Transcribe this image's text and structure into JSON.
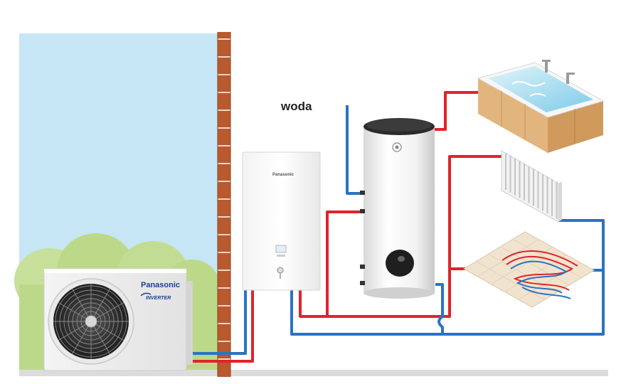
{
  "labels": {
    "water_label": "woda"
  },
  "brand": {
    "outdoor_brand": "Panasonic",
    "outdoor_series": "INVERTER",
    "indoor_brand": "Panasonic"
  },
  "colors": {
    "sky": "#c6e6f5",
    "wall_brick": "#b85a2e",
    "pipe_hot": "#e0232a",
    "pipe_cold": "#2a73c2",
    "bush": "#bcd98a",
    "ground": "#dcdcdc"
  }
}
